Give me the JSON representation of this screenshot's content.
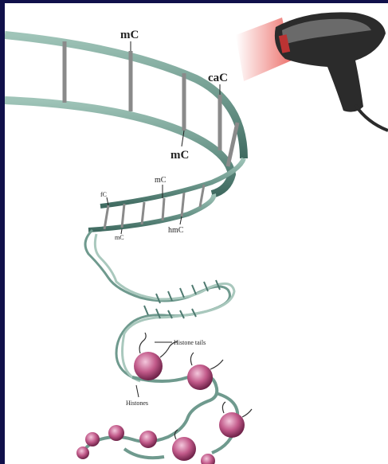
{
  "labels": {
    "mc_top": "mC",
    "cac": "caC",
    "mc_mid": "mC",
    "mc_small": "mC",
    "fc": "fC",
    "mc_tiny": "mC",
    "hmc": "hmC",
    "histone_tails": "Histone tails",
    "histones": "Histones"
  },
  "icons": {
    "scanner": "barcode-scanner-icon"
  },
  "colors": {
    "frame": "#10104a",
    "dna_strand": "#6f9a8e",
    "histone": "#c25a8a",
    "scanner_body": "#2b2b2b",
    "laser": "#e8504a"
  }
}
